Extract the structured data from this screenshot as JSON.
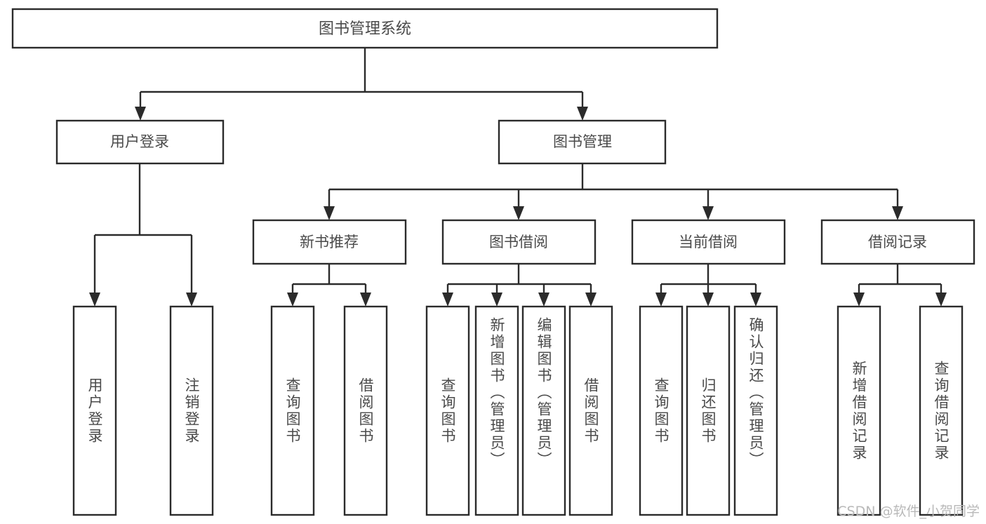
{
  "diagram": {
    "title": "图书管理系统",
    "type": "hierarchy-tree",
    "root": {
      "id": "root",
      "label": "图书管理系统"
    },
    "level1": [
      {
        "id": "user-login",
        "label": "用户登录"
      },
      {
        "id": "book-management",
        "label": "图书管理"
      }
    ],
    "level2": [
      {
        "id": "new-book-recommend",
        "label": "新书推荐",
        "parent": "book-management"
      },
      {
        "id": "book-borrow",
        "label": "图书借阅",
        "parent": "book-management"
      },
      {
        "id": "current-borrow",
        "label": "当前借阅",
        "parent": "book-management"
      },
      {
        "id": "borrow-record",
        "label": "借阅记录",
        "parent": "book-management"
      }
    ],
    "leaves": {
      "user-login": [
        {
          "id": "leaf-user-login",
          "label": "用户登录"
        },
        {
          "id": "leaf-user-logout",
          "label": "注销登录"
        }
      ],
      "new-book-recommend": [
        {
          "id": "leaf-query-book-1",
          "label": "查询图书"
        },
        {
          "id": "leaf-borrow-book-1",
          "label": "借阅图书"
        }
      ],
      "book-borrow": [
        {
          "id": "leaf-query-book-2",
          "label": "查询图书"
        },
        {
          "id": "leaf-add-book",
          "label": "新增图书（管理员）"
        },
        {
          "id": "leaf-edit-book",
          "label": "编辑图书（管理员）"
        },
        {
          "id": "leaf-borrow-book-2",
          "label": "借阅图书"
        }
      ],
      "current-borrow": [
        {
          "id": "leaf-query-book-3",
          "label": "查询图书"
        },
        {
          "id": "leaf-return-book",
          "label": "归还图书"
        },
        {
          "id": "leaf-confirm-return",
          "label": "确认归还（管理员）"
        }
      ],
      "borrow-record": [
        {
          "id": "leaf-add-record",
          "label": "新增借阅记录"
        },
        {
          "id": "leaf-query-record",
          "label": "查询借阅记录"
        }
      ]
    }
  },
  "watermark": {
    "text": "CSDN @软件_小贺同学"
  },
  "colors": {
    "box_stroke": "#2b2b2b",
    "box_fill": "#ffffff",
    "text": "#4a4a4a",
    "connector": "#2b2b2b",
    "watermark": "#b9b9b9",
    "background": "#ffffff"
  }
}
